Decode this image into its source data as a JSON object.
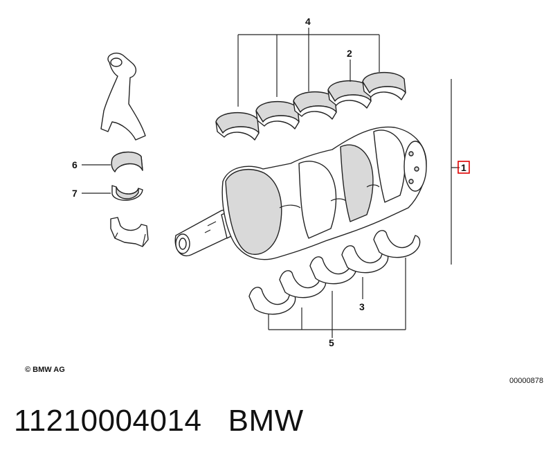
{
  "callouts": {
    "c1": "1",
    "c2": "2",
    "c3": "3",
    "c4": "4",
    "c5": "5",
    "c6": "6",
    "c7": "7"
  },
  "footer": {
    "copyright": "© BMW AG",
    "diagram_code": "00000878",
    "part_number": "11210004014",
    "brand": "BMW"
  },
  "highlight_color": "#e00000"
}
